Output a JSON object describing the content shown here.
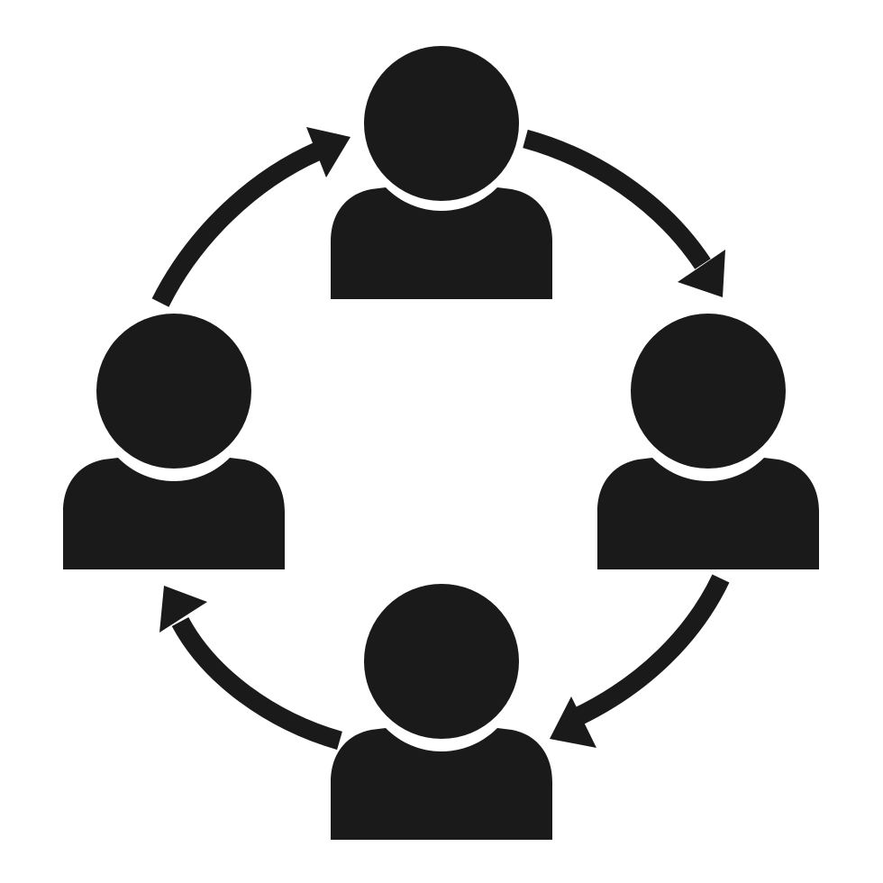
{
  "icon": {
    "name": "team-cycle-icon",
    "fill_color": "#1a1a1a",
    "background_color": "#ffffff",
    "people": [
      {
        "id": "top",
        "icon": "person-icon"
      },
      {
        "id": "right",
        "icon": "person-icon"
      },
      {
        "id": "bottom",
        "icon": "person-icon"
      },
      {
        "id": "left",
        "icon": "person-icon"
      }
    ],
    "arrows": [
      {
        "from": "top",
        "to": "right",
        "direction": "clockwise",
        "icon": "curved-arrow-icon"
      },
      {
        "from": "right",
        "to": "bottom",
        "direction": "clockwise",
        "icon": "curved-arrow-icon"
      },
      {
        "from": "bottom",
        "to": "left",
        "direction": "clockwise",
        "icon": "curved-arrow-icon"
      },
      {
        "from": "left",
        "to": "top",
        "direction": "clockwise",
        "icon": "curved-arrow-icon"
      }
    ]
  }
}
